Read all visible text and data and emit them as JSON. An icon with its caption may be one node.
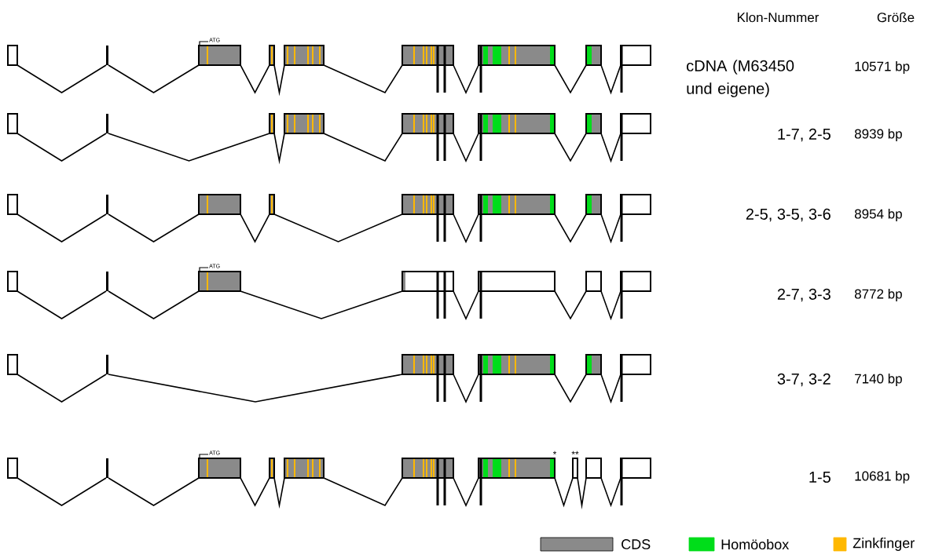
{
  "diagram": {
    "labels": [
      "Klon-Nummer",
      "Größe",
      "cDNA (M63450 und eigene)",
      "10571 bp",
      "1-7, 2-5",
      "8939 bp",
      "2-5, 3-5, 3-6",
      "8954 bp",
      "2-7, 3-3",
      "8772 bp",
      "3-7, 3-2",
      "7140 bp",
      "1-5",
      "10681 bp",
      "ATG",
      "ATG",
      "ATG",
      "*",
      "**"
    ],
    "legend": [
      {
        "text": "CDS",
        "color": "#8a8a8a"
      },
      {
        "text": "Homöobox",
        "color": "#00dd1a"
      },
      {
        "text": "Zinkfinger",
        "color": "#ffb800"
      }
    ]
  }
}
